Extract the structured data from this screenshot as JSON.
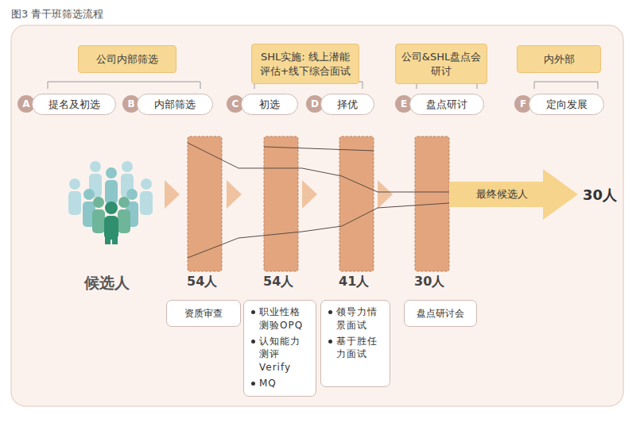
{
  "diagram": {
    "title": "图3 青干班筛选流程",
    "nodes": [
      {
        "text": [
          "公司内部筛选"
        ]
      },
      {
        "text": [
          "SHL实施: 线上潜能评估+线下综合面试"
        ]
      },
      {
        "text": [
          "公司&SHL盘点会研讨"
        ]
      },
      {
        "text": [
          "内外部"
        ]
      },
      {
        "text": [
          "A"
        ]
      },
      {
        "text": [
          "提名及初选"
        ]
      },
      {
        "text": [
          "B"
        ]
      },
      {
        "text": [
          "内部筛选"
        ]
      },
      {
        "text": [
          "C"
        ]
      },
      {
        "text": [
          "初选"
        ]
      },
      {
        "text": [
          "D"
        ]
      },
      {
        "text": [
          "择优"
        ]
      },
      {
        "text": [
          "E"
        ]
      },
      {
        "text": [
          "盘点研讨"
        ]
      },
      {
        "text": [
          "F"
        ]
      },
      {
        "text": [
          "定向发展"
        ]
      },
      {
        "text": [
          "最终候选人"
        ]
      },
      {
        "text": [
          "资质审查"
        ]
      },
      {
        "text": [
          "职业性格测验OPQ",
          "认知能力测评Verify",
          "MQ"
        ]
      },
      {
        "text": [
          "领导力情景面试",
          "基于胜任力面试"
        ]
      },
      {
        "text": [
          "盘点研讨会"
        ]
      }
    ],
    "labels": [
      "30人",
      "候选人",
      "54人",
      "54人",
      "41人",
      "30人"
    ]
  }
}
